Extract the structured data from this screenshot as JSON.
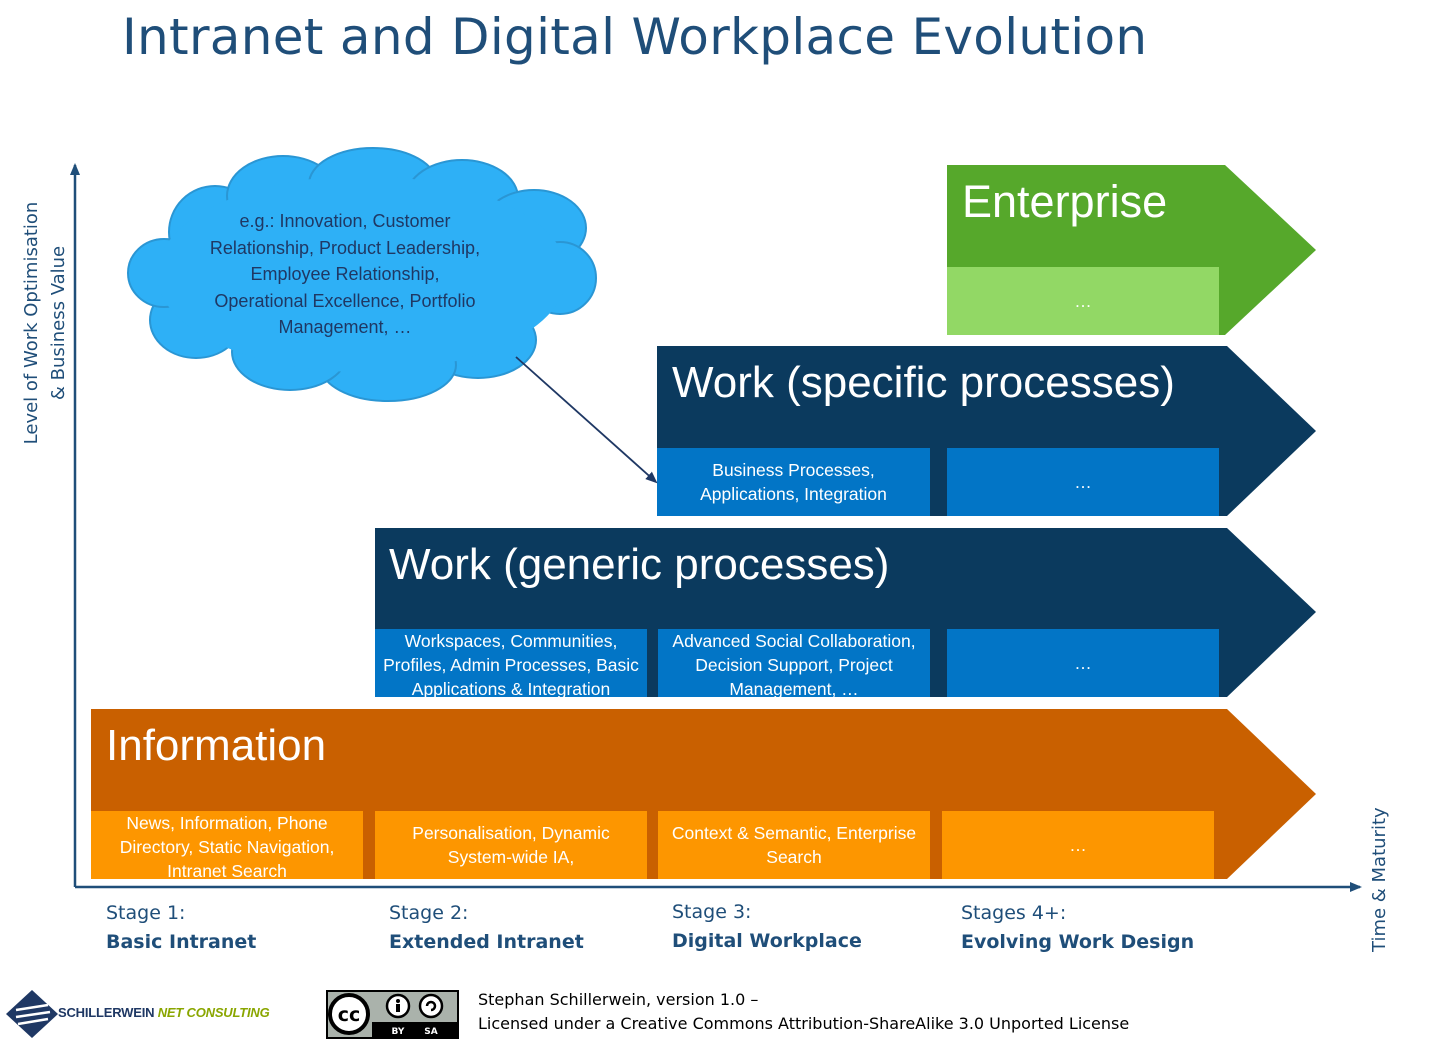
{
  "title": "Intranet and Digital Workplace Evolution",
  "y_axis_label": [
    "Level of Work Optimisation",
    "& Business Value"
  ],
  "x_axis_label": "Time & Maturity",
  "cloud_text": [
    "e.g.: Innovation, Customer",
    "Relationship, Product Leadership,",
    "Employee Relationship,",
    "Operational Excellence, Portfolio",
    "Management, …"
  ],
  "bands": {
    "enterprise": {
      "title": "Enterprise",
      "cells": [
        [
          "…"
        ]
      ]
    },
    "work_specific": {
      "title": "Work (specific processes)",
      "cells": [
        [
          "Business Processes,",
          "Applications, Integration"
        ],
        [
          "…"
        ]
      ]
    },
    "work_generic": {
      "title": "Work (generic processes)",
      "cells": [
        [
          "Workspaces, Communities,",
          "Profiles, Admin Processes, Basic",
          "Applications & Integration"
        ],
        [
          "Advanced Social Collaboration,",
          "Decision Support, Project",
          "Management, …"
        ],
        [
          "…"
        ]
      ]
    },
    "information": {
      "title": "Information",
      "cells": [
        [
          "News, Information, Phone",
          "Directory, Static Navigation,",
          "Intranet Search"
        ],
        [
          "Personalisation, Dynamic",
          "System-wide IA,"
        ],
        [
          "Context & Semantic, Enterprise",
          "Search"
        ],
        [
          "…"
        ]
      ]
    }
  },
  "stages": [
    {
      "number": "Stage 1:",
      "name": "Basic Intranet"
    },
    {
      "number": "Stage 2:",
      "name": "Extended Intranet"
    },
    {
      "number": "Stage 3:",
      "name": "Digital Workplace"
    },
    {
      "number": "Stages 4+:",
      "name": "Evolving Work Design"
    }
  ],
  "footer": {
    "author": "Stephan Schillerwein, version 1.0 –",
    "license": "Licensed under a Creative Commons Attribution-ShareAlike 3.0 Unported License"
  },
  "logo": {
    "name": "SCHILLERWEIN",
    "accent": "NET CONSULTING"
  },
  "cc_badge": {
    "by": "BY",
    "sa": "SA"
  },
  "colors": {
    "title": "#1f4e79",
    "enterprise_band": "#56a82b",
    "enterprise_cell": "#92d865",
    "work_band": "#0b3a5e",
    "work_cell": "#0275c6",
    "information_band": "#c96000",
    "information_cell": "#fd9600",
    "cloud": "#2eb0f6"
  }
}
